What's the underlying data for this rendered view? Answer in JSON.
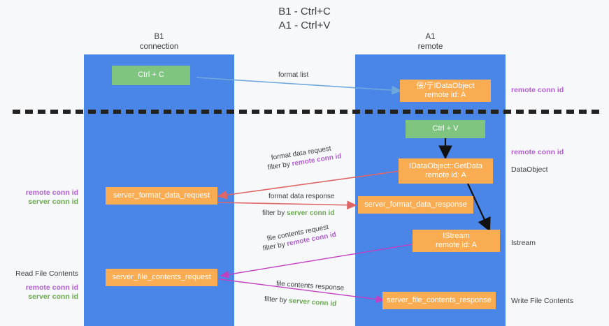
{
  "title": "B1 - Ctrl+C\nA1 - Ctrl+V",
  "colors": {
    "lane": "#4a86e8",
    "node_green": "#7fc47f",
    "node_orange": "#f9ac51",
    "remote_conn_id": "#b15fce",
    "server_conn_id": "#6aa84f",
    "divider": "#222222",
    "arrow_blue": "#6fa8dc",
    "arrow_red": "#e06666",
    "arrow_magenta": "#c13fc1",
    "arrow_black": "#000000",
    "background": "#f7f8f9"
  },
  "lanes": [
    {
      "id": "b1",
      "title": "B1\nconnection"
    },
    {
      "id": "a1",
      "title": "A1\nremote"
    }
  ],
  "nodes": {
    "ctrl_c": "Ctrl + C",
    "data_object": "佞/亍IDataObject\nremote id: A",
    "ctrl_v": "Ctrl + V",
    "get_data": "IDataObject::GetData\nremote id: A",
    "server_format_data_request": "server_format_data_request",
    "server_format_data_response": "server_format_data_response",
    "istream": "IStream\nremote id: A",
    "server_file_contents_request": "server_file_contents_request",
    "server_file_contents_response": "server_file_contents_response"
  },
  "edge_labels": {
    "format_list": "format list",
    "format_data_request": "format data request",
    "format_data_request_filter_prefix": "filter by ",
    "format_data_request_filter_key": "remote conn id",
    "format_data_response": "format data response",
    "format_data_response_filter_prefix": "filter by ",
    "format_data_response_filter_key": "server conn id",
    "file_contents_request": "file contents request",
    "file_contents_request_filter_prefix": "filter by ",
    "file_contents_request_filter_key": "remote conn id",
    "file_contents_response": "file contents response",
    "file_contents_response_filter_prefix": "filter by ",
    "file_contents_response_filter_key": "server conn id"
  },
  "annotations": {
    "right_remote_conn_id_top": "remote conn id",
    "right_remote_conn_id_mid": "remote conn id",
    "right_data_object": "DataObject",
    "right_istream": "Istream",
    "right_write_file_contents": "Write File Contents",
    "left_remote_conn_id": "remote conn id",
    "left_server_conn_id": "server conn id",
    "left_read_file_contents": "Read File Contents",
    "left_remote_conn_id_2": "remote conn id",
    "left_server_conn_id_2": "server conn id"
  }
}
